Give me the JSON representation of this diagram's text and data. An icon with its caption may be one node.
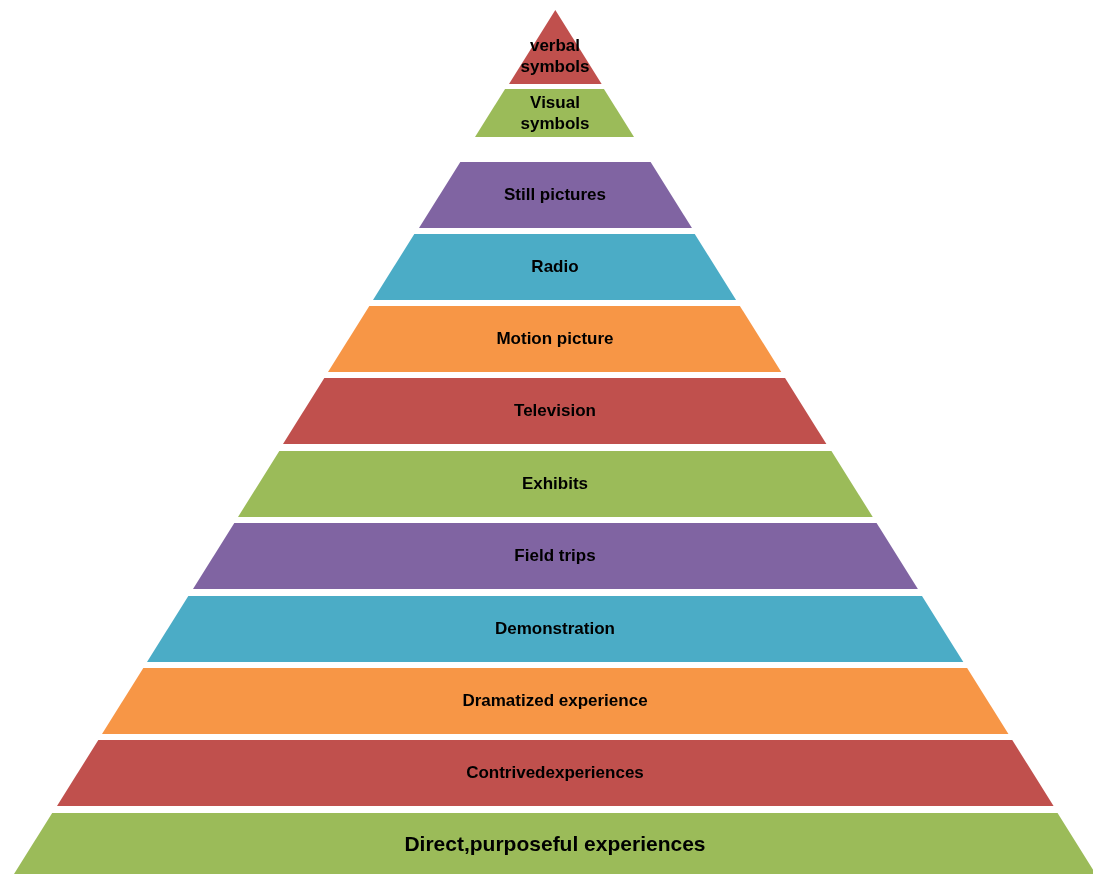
{
  "diagram": {
    "nodes": [
      {
        "text": [
          "verbal symbols"
        ]
      },
      {
        "text": [
          "Visual symbols"
        ]
      },
      {
        "text": [
          "Still pictures"
        ]
      },
      {
        "text": [
          "Radio"
        ]
      },
      {
        "text": [
          "Motion picture"
        ]
      },
      {
        "text": [
          "Television"
        ]
      },
      {
        "text": [
          "Exhibits"
        ]
      },
      {
        "text": [
          "Field trips"
        ]
      },
      {
        "text": [
          "Demonstration"
        ]
      },
      {
        "text": [
          "Dramatized experience"
        ]
      },
      {
        "text": [
          "Contrivedexperiences"
        ]
      },
      {
        "text": [
          "Direct,purposeful experiences"
        ]
      }
    ]
  }
}
